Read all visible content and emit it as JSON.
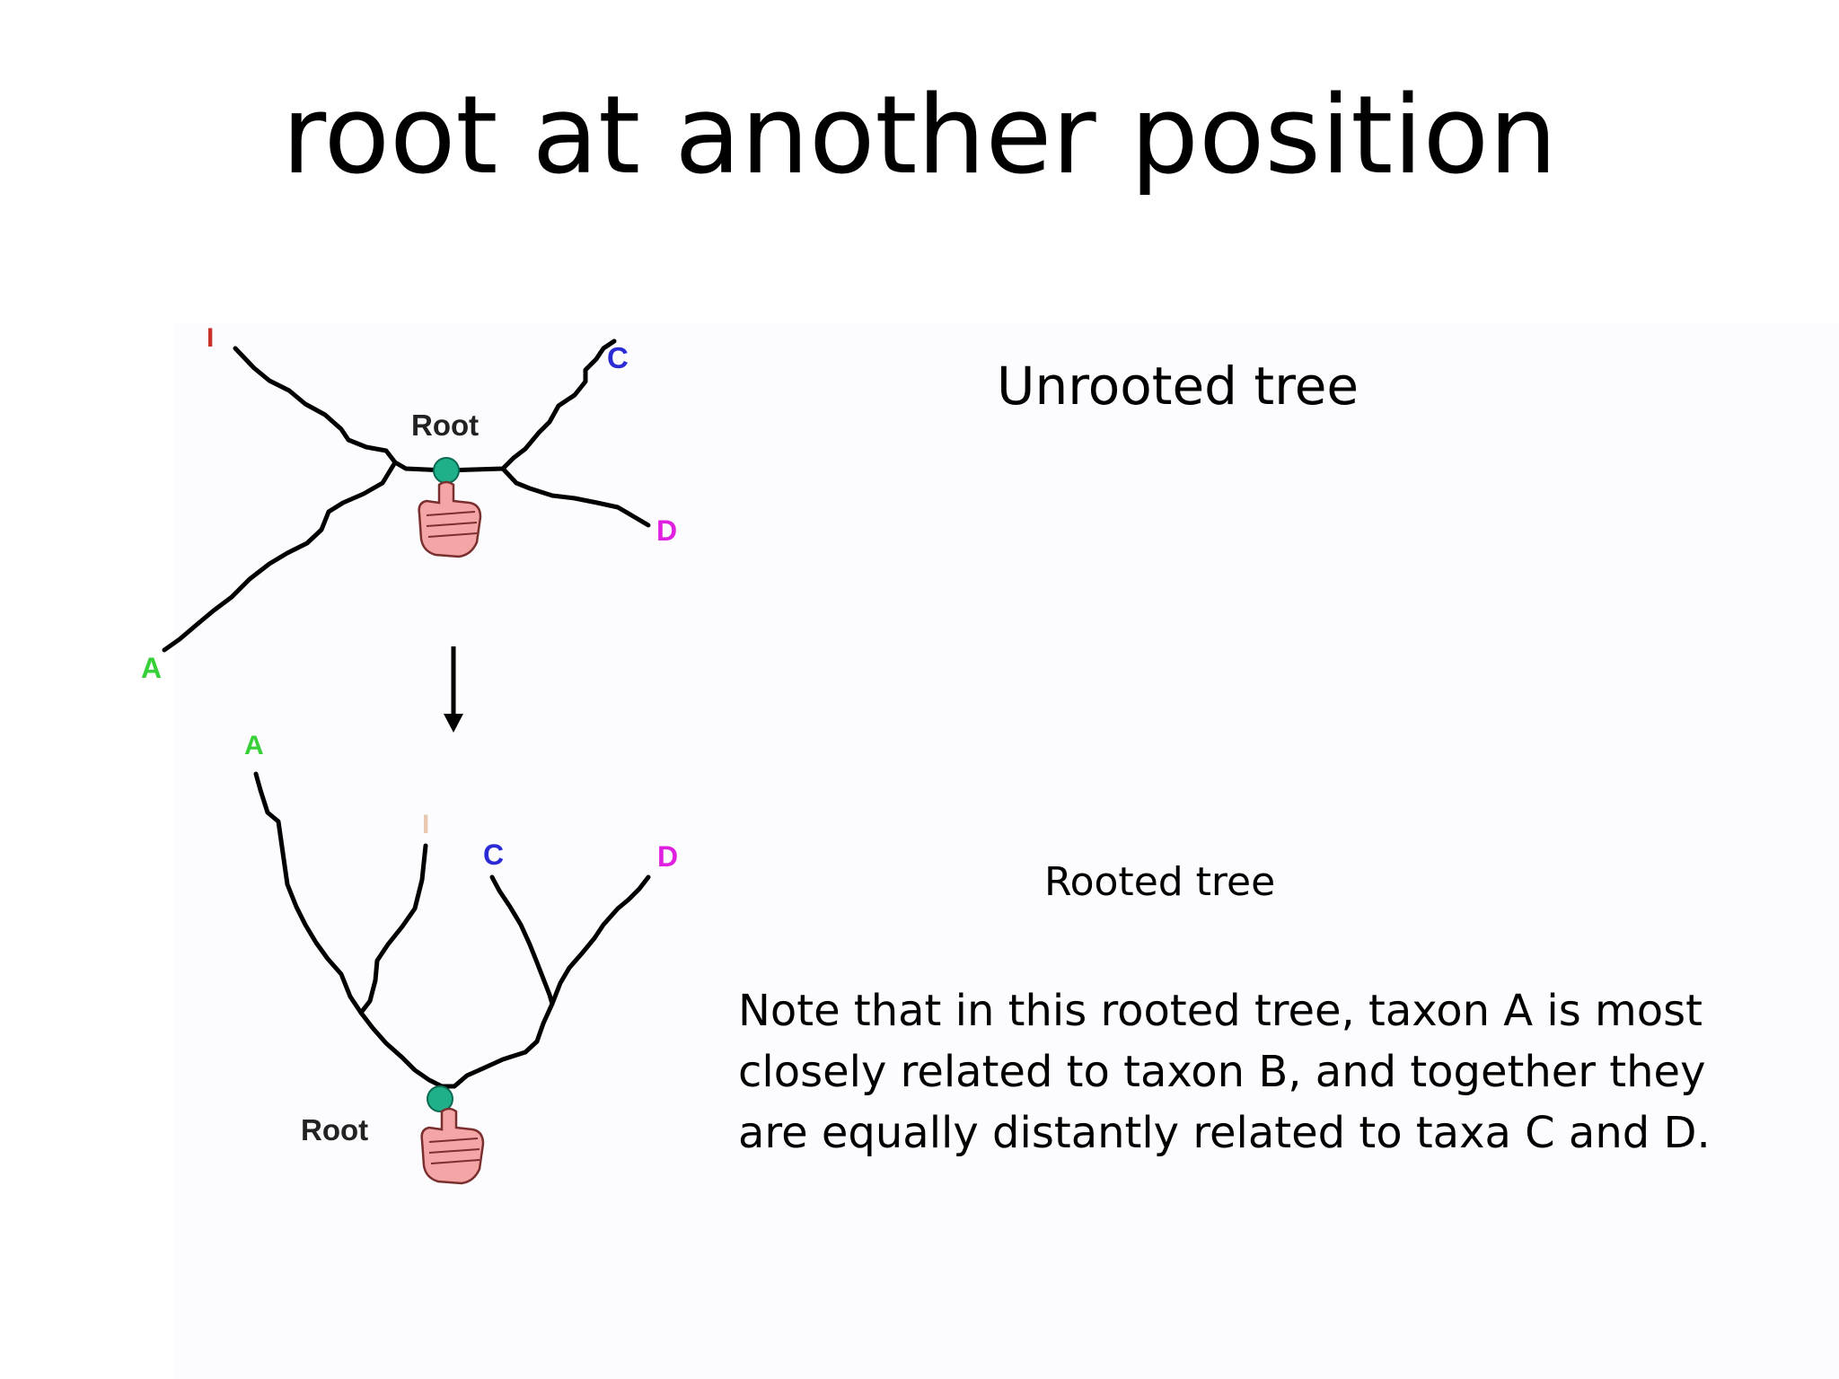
{
  "slide": {
    "title": "root at another position"
  },
  "unrooted": {
    "label": "Unrooted tree",
    "root_label": "Root",
    "taxa": [
      {
        "name": "I",
        "color": "#c8322a"
      },
      {
        "name": "C",
        "color": "#2b2bd6"
      },
      {
        "name": "D",
        "color": "#e020e0"
      },
      {
        "name": "A",
        "color": "#38d038"
      }
    ]
  },
  "rooted": {
    "label": "Rooted tree",
    "root_label": "Root",
    "taxa": [
      {
        "name": "A",
        "color": "#38d038"
      },
      {
        "name": "I",
        "color": "#c8322a"
      },
      {
        "name": "C",
        "color": "#2b2bd6"
      },
      {
        "name": "D",
        "color": "#e020e0"
      }
    ]
  },
  "note": {
    "lines": [
      "Note that in this rooted tree, taxon A is most",
      "closely related to taxon B, and together they",
      "are equally distantly related to taxa C and D."
    ]
  },
  "colors": {
    "root_node": "#1fb08a",
    "hand_fill": "#f4a6a6",
    "hand_stroke": "#7a2f2f",
    "branch": "#000000"
  }
}
